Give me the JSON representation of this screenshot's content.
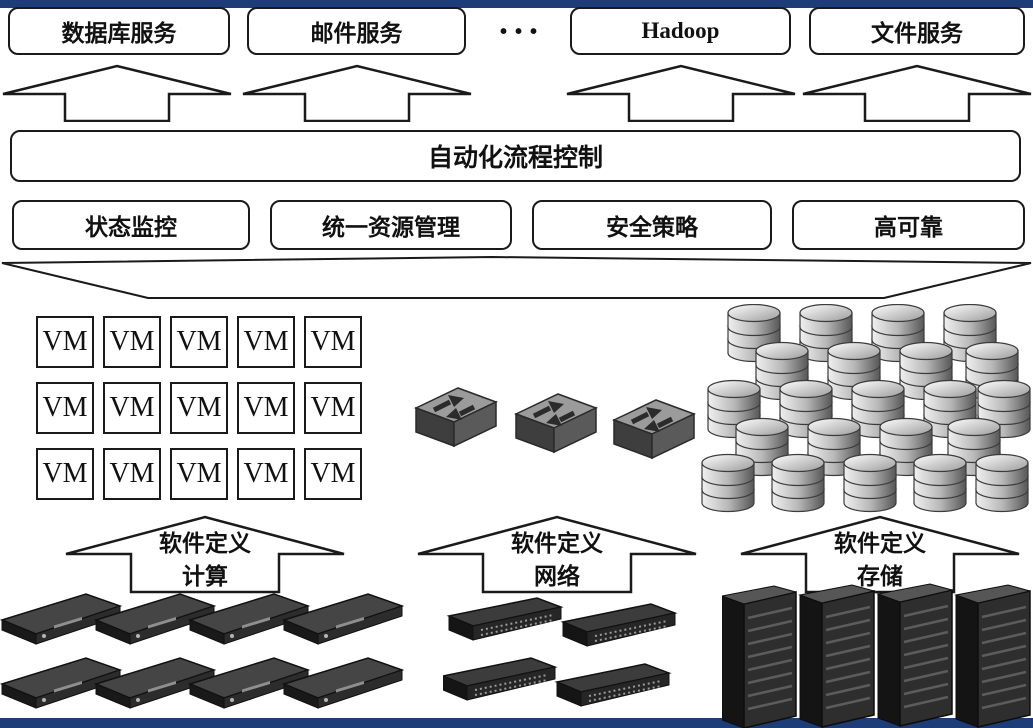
{
  "diagram": {
    "services": {
      "database": "数据库服务",
      "mail": "邮件服务",
      "ellipsis": "···",
      "hadoop": "Hadoop",
      "file": "文件服务"
    },
    "control": {
      "label": "自动化流程控制"
    },
    "management": {
      "monitoring": "状态监控",
      "resource": "统一资源管理",
      "security": "安全策略",
      "ha": "高可靠"
    },
    "virtual": {
      "vm_label": "VM",
      "vm_count": 15,
      "network_device_icon": "router-icon",
      "network_device_count": 3,
      "disk_stack_icon": "disk-stack-icon",
      "disk_stack_count": 22
    },
    "sd_layers": {
      "compute": {
        "line1": "软件定义",
        "line2": "计算"
      },
      "network": {
        "line1": "软件定义",
        "line2": "网络"
      },
      "storage": {
        "line1": "软件定义",
        "line2": "存储"
      }
    },
    "hardware": {
      "rack_server_icon": "rack-server-icon",
      "rack_server_count": 8,
      "switch_icon": "network-switch-icon",
      "switch_count": 4,
      "tower_server_icon": "tower-server-icon",
      "tower_server_count": 4
    },
    "colors": {
      "accent_bar": "#1c3d78",
      "outline": "#1a1a1a"
    }
  }
}
